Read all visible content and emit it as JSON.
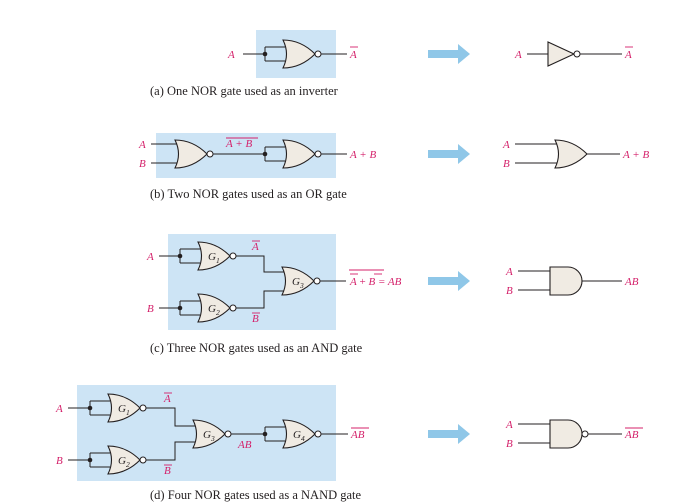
{
  "panels": {
    "a": {
      "caption": "(a) One NOR gate used as an inverter",
      "input": "A",
      "output": "A",
      "equiv_input": "A",
      "equiv_output": "A"
    },
    "b": {
      "caption": "(b) Two NOR gates used as an OR gate",
      "inputs": [
        "A",
        "B"
      ],
      "intermediate": "A + B",
      "output": "A + B",
      "equiv_inputs": [
        "A",
        "B"
      ],
      "equiv_output": "A + B"
    },
    "c": {
      "caption": "(c) Three NOR gates used as an AND gate",
      "inputs": [
        "A",
        "B"
      ],
      "gates": [
        "G1",
        "G2",
        "G3"
      ],
      "g1_out": "A",
      "g2_out": "B",
      "output_a": "A",
      "output_plus": " + ",
      "output_b": "B",
      "output_eq": " = AB",
      "equiv_inputs": [
        "A",
        "B"
      ],
      "equiv_output": "AB"
    },
    "d": {
      "caption": "(d) Four NOR gates used as a NAND gate",
      "inputs": [
        "A",
        "B"
      ],
      "gates": [
        "G1",
        "G2",
        "G3",
        "G4"
      ],
      "g1_out": "A",
      "g2_out": "B",
      "g3_out": "AB",
      "output": "AB",
      "equiv_inputs": [
        "A",
        "B"
      ],
      "equiv_output": "AB"
    }
  },
  "colors": {
    "highlight": "#cde4f5",
    "arrow": "#8fc7e8",
    "signal_text": "#d4206a",
    "gate_fill": "#f0ebe3",
    "line": "#231f20"
  }
}
